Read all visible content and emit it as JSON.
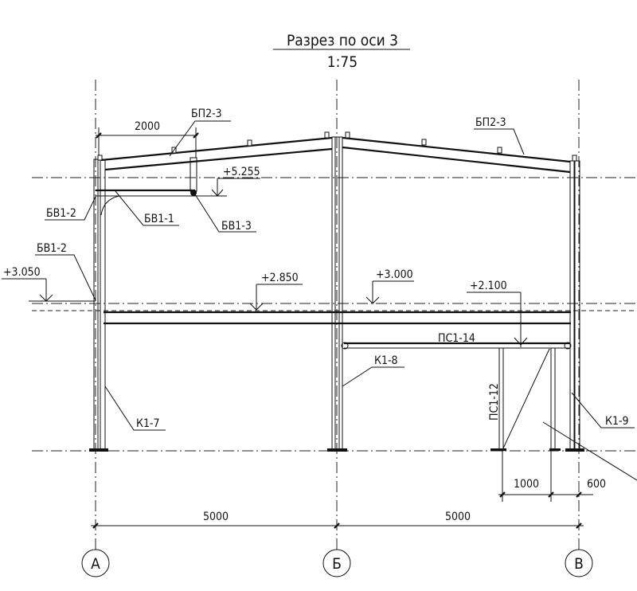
{
  "title": "Разрез по оси 3",
  "scale": "1:75",
  "axes": [
    "А",
    "Б",
    "В"
  ],
  "dimensions": {
    "span_left": "5000",
    "span_right": "5000",
    "beam_offset": "2000",
    "post_spacing": "1000",
    "post_edge": "600"
  },
  "elevations": {
    "e5255": "+5.255",
    "e3050": "+3.050",
    "e2850": "+2.850",
    "e3000": "+3.000",
    "e2100": "+2.100"
  },
  "marks": {
    "bp_left": "БП2-3",
    "bp_right": "БП2-3",
    "bv12_top": "БВ1-2",
    "bv11": "БВ1-1",
    "bv13": "БВ1-3",
    "bv12_low": "БВ1-2",
    "ps114": "ПС1-14",
    "ps112": "ПС1-12",
    "k17": "К1-7",
    "k18": "К1-8",
    "k19": "К1-9"
  }
}
